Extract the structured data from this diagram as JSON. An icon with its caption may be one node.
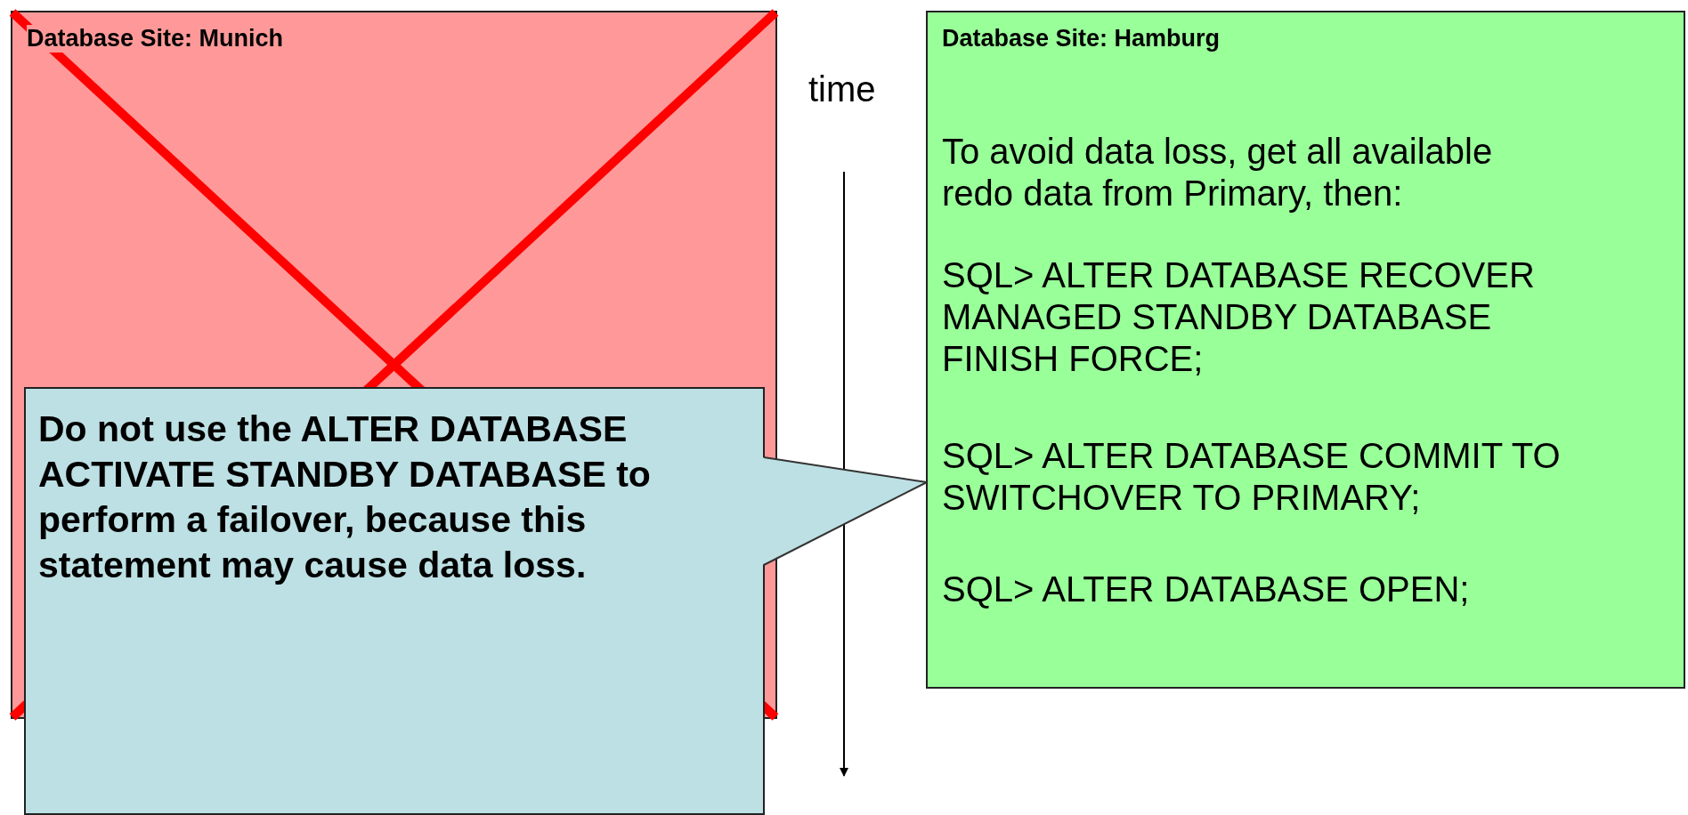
{
  "diagram": {
    "nodes": [
      {
        "text": [
          "Database Site: Munich"
        ]
      },
      {
        "text": [
          "Database Site: Hamburg",
          "To avoid data loss, get all available redo data from Primary, then:",
          "SQL> ALTER DATABASE RECOVER MANAGED STANDBY DATABASE FINISH FORCE;",
          "SQL> ALTER DATABASE COMMIT TO SWITCHOVER TO PRIMARY;",
          "SQL> ALTER DATABASE OPEN;"
        ]
      },
      {
        "text": [
          "Do not use the ALTER DATABASE ACTIVATE STANDBY DATABASE to perform a failover, because this statement may cause data loss."
        ]
      }
    ],
    "edges": [
      {
        "from": 2,
        "to": 1,
        "arrow": "none"
      }
    ],
    "labels": [
      "time"
    ]
  }
}
